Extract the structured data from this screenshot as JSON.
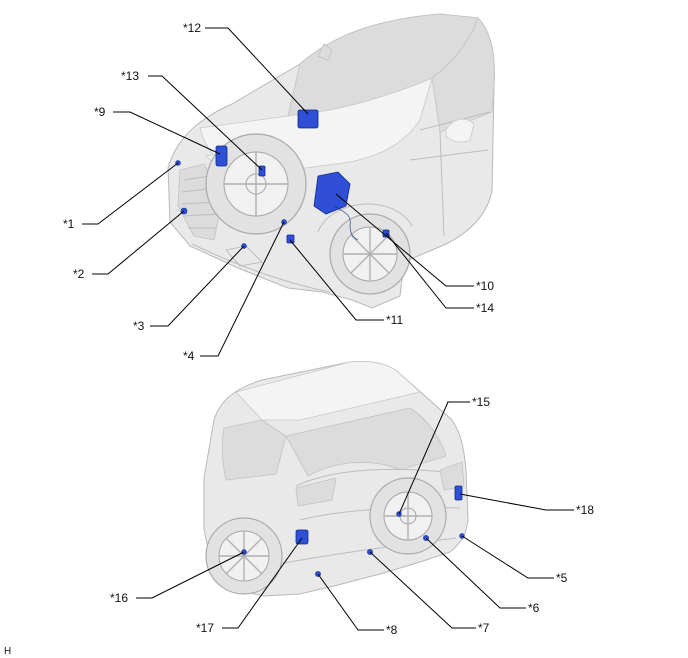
{
  "colors": {
    "part_fill": "#2e4fd6",
    "part_dark": "#0b2a8a",
    "body_fill": "#e9e9e9",
    "leader_line": "#000000"
  },
  "callouts": {
    "c1": "*1",
    "c2": "*2",
    "c3": "*3",
    "c4": "*4",
    "c5": "*5",
    "c6": "*6",
    "c7": "*7",
    "c8": "*8",
    "c9": "*9",
    "c10": "*10",
    "c11": "*11",
    "c12": "*12",
    "c13": "*13",
    "c14": "*14",
    "c15": "*15",
    "c16": "*16",
    "c17": "*17",
    "c18": "*18"
  },
  "corner_code": "H"
}
